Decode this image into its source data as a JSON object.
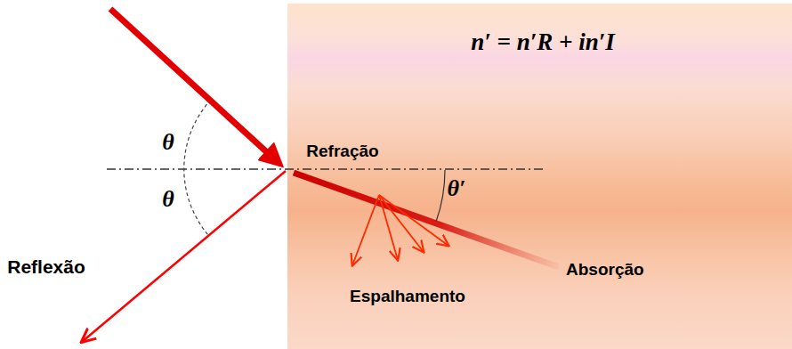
{
  "diagram": {
    "nodes": [
      {
        "text": [
          "n′ = n′R + in′I"
        ]
      }
    ],
    "labels": [
      "θ",
      "θ",
      "Refração",
      "θ′",
      "Absorção",
      "Espalhamento",
      "Reflexão"
    ]
  }
}
